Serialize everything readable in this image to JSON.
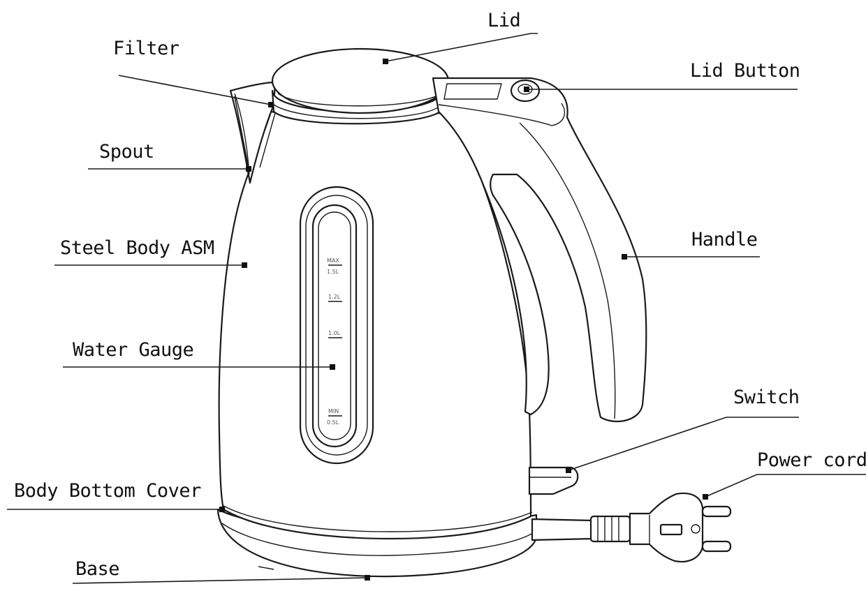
{
  "labels": {
    "lid": "Lid",
    "filter": "Filter",
    "lid_button": "Lid Button",
    "spout": "Spout",
    "steel_body": "Steel Body ASM",
    "handle": "Handle",
    "water_gauge": "Water Gauge",
    "switch": "Switch",
    "power_cord": "Power cord",
    "body_bottom_cover": "Body Bottom Cover",
    "base": "Base"
  },
  "gauge_marks": {
    "max": "MAX",
    "max_value": "1.5L",
    "mark_1": "1.2L",
    "mark_2": "1.0L",
    "min": "MIN",
    "min_value": "0.5L"
  }
}
